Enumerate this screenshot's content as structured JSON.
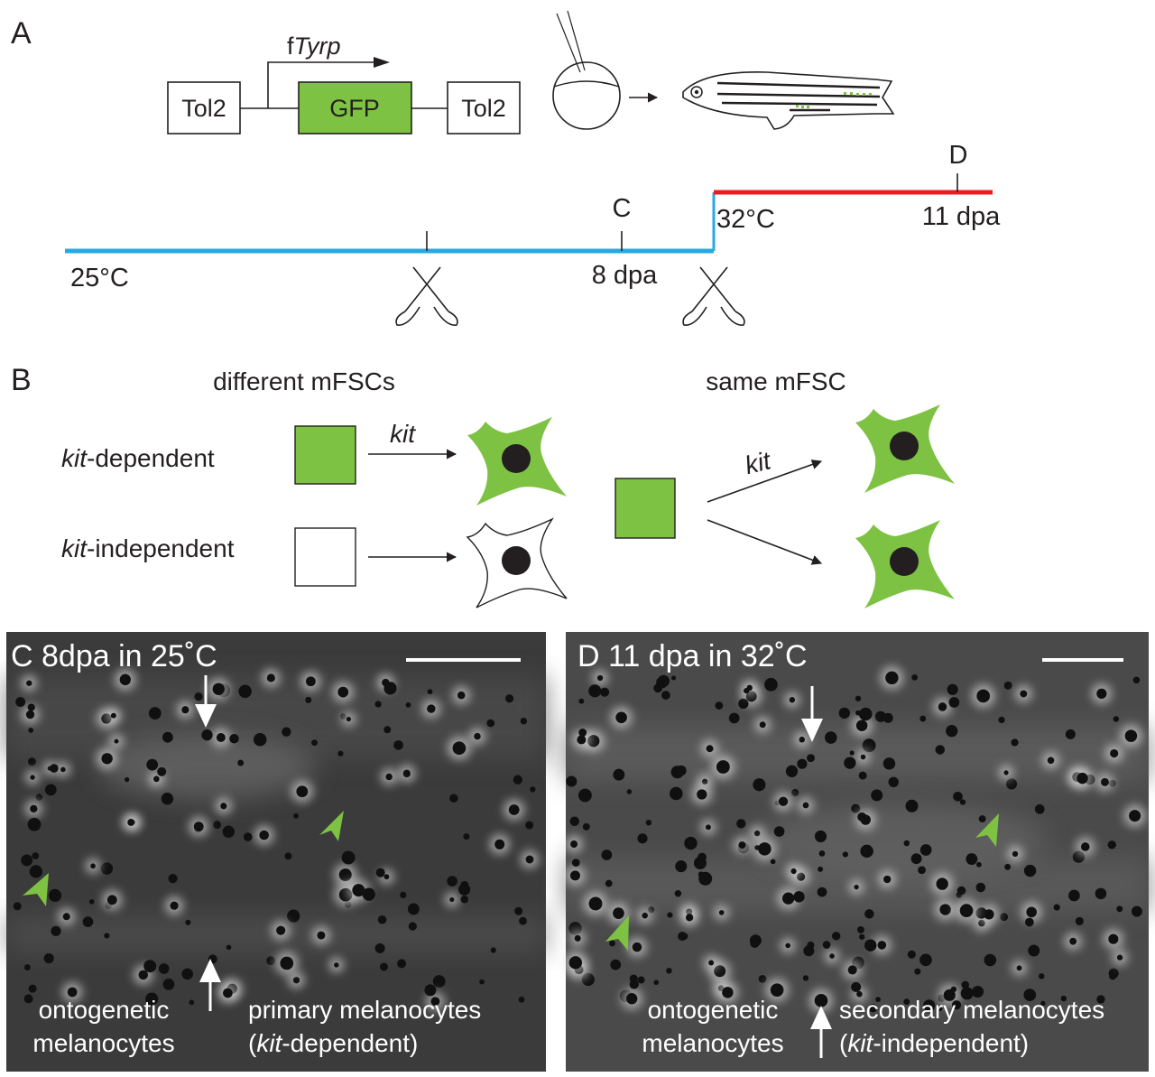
{
  "panels": {
    "a": {
      "letter": "A",
      "construct": {
        "tol2_left": "Tol2",
        "gfp": "GFP",
        "tol2_right": "Tol2",
        "promoter_prefix": "f",
        "promoter_gene": "Tyrp"
      },
      "timeline": {
        "start_temp": "25°C",
        "mark_c": "C",
        "mark_c_time": "8 dpa",
        "shift_temp": "32°C",
        "mark_d": "D",
        "mark_d_time": "11 dpa"
      }
    },
    "b": {
      "letter": "B",
      "left_heading": "different mFSCs",
      "right_heading": "same mFSC",
      "row1_italic": "kit",
      "row1_suffix": "-dependent",
      "row2_italic": "kit",
      "row2_suffix": "-independent",
      "arrow_label_left": "kit",
      "arrow_label_right": "kit"
    },
    "c": {
      "title": "C 8dpa in 25˚C",
      "caption_left_1": "ontogenetic",
      "caption_left_2": "melanocytes",
      "caption_right_1": "primary melanocytes",
      "caption_right_2_open": "(",
      "caption_right_2_italic": "kit",
      "caption_right_2_rest": "-dependent)"
    },
    "d": {
      "title": "D 11 dpa in 32˚C",
      "caption_left_1": "ontogenetic",
      "caption_left_2": "melanocytes",
      "caption_right_1": "secondary melanocytes",
      "caption_right_2_open": "(",
      "caption_right_2_italic": "kit",
      "caption_right_2_rest": "-independent)"
    }
  },
  "colors": {
    "gfp_green": "#7dc242",
    "cold_line": "#27aae1",
    "hot_line": "#ed1c24",
    "ink": "#231f20",
    "micrograph_bg": "#3b3b3b",
    "arrowhead_green": "#7dc242"
  }
}
